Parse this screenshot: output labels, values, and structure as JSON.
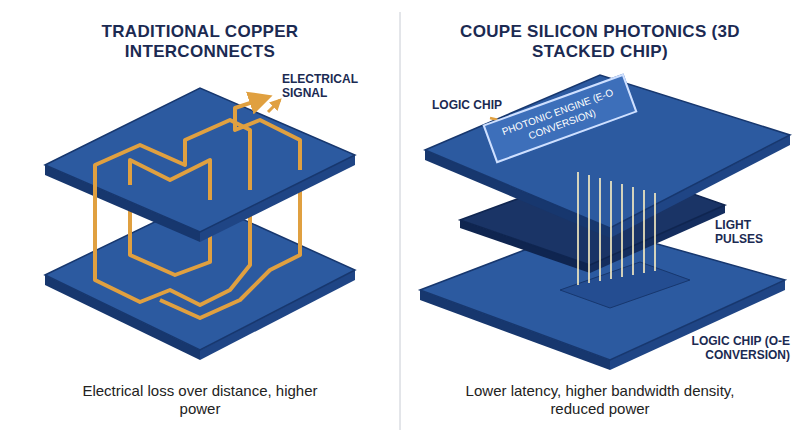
{
  "diagram": {
    "nodes": [
      {
        "text": [
          "PHOTONIC ENGINE (E-O CONVERSION)"
        ]
      }
    ],
    "labels": [
      "TRADITIONAL COPPER INTERCONNECTS",
      "ELECTRICAL SIGNAL",
      "Electrical loss over distance, higher power",
      "COUPE SILICON PHOTONICS (3D STACKED CHIP)",
      "LOGIC CHIP",
      "LIGHT PULSES",
      "LOGIC CHIP (O-E CONVERSION)",
      "Lower latency, higher bandwidth density, reduced power"
    ]
  }
}
